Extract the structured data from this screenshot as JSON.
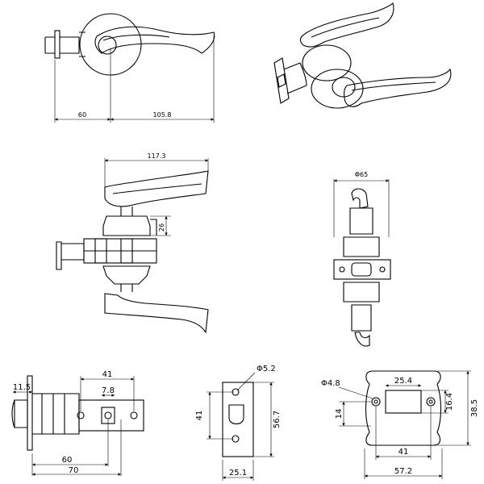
{
  "dimensions": {
    "side_backset": "60",
    "side_length": "105.8",
    "front_width": "117.3",
    "front_rose_height": "26",
    "top_diameter": "Φ65",
    "latch_face": "11.5",
    "latch_offset": "41",
    "latch_square": "7.8",
    "latch_backset_60": "60",
    "latch_backset_70": "70",
    "plate_hole": "Φ5.2",
    "plate_hole_spacing": "41",
    "plate_height": "56.7",
    "plate_width": "25.1",
    "strike_hole": "Φ4.8",
    "strike_slot_width": "25.4",
    "strike_slot_height": "16.4",
    "strike_hole_offset": "14",
    "strike_hole_spacing": "41",
    "strike_width": "57.2",
    "strike_height": "38.5"
  }
}
